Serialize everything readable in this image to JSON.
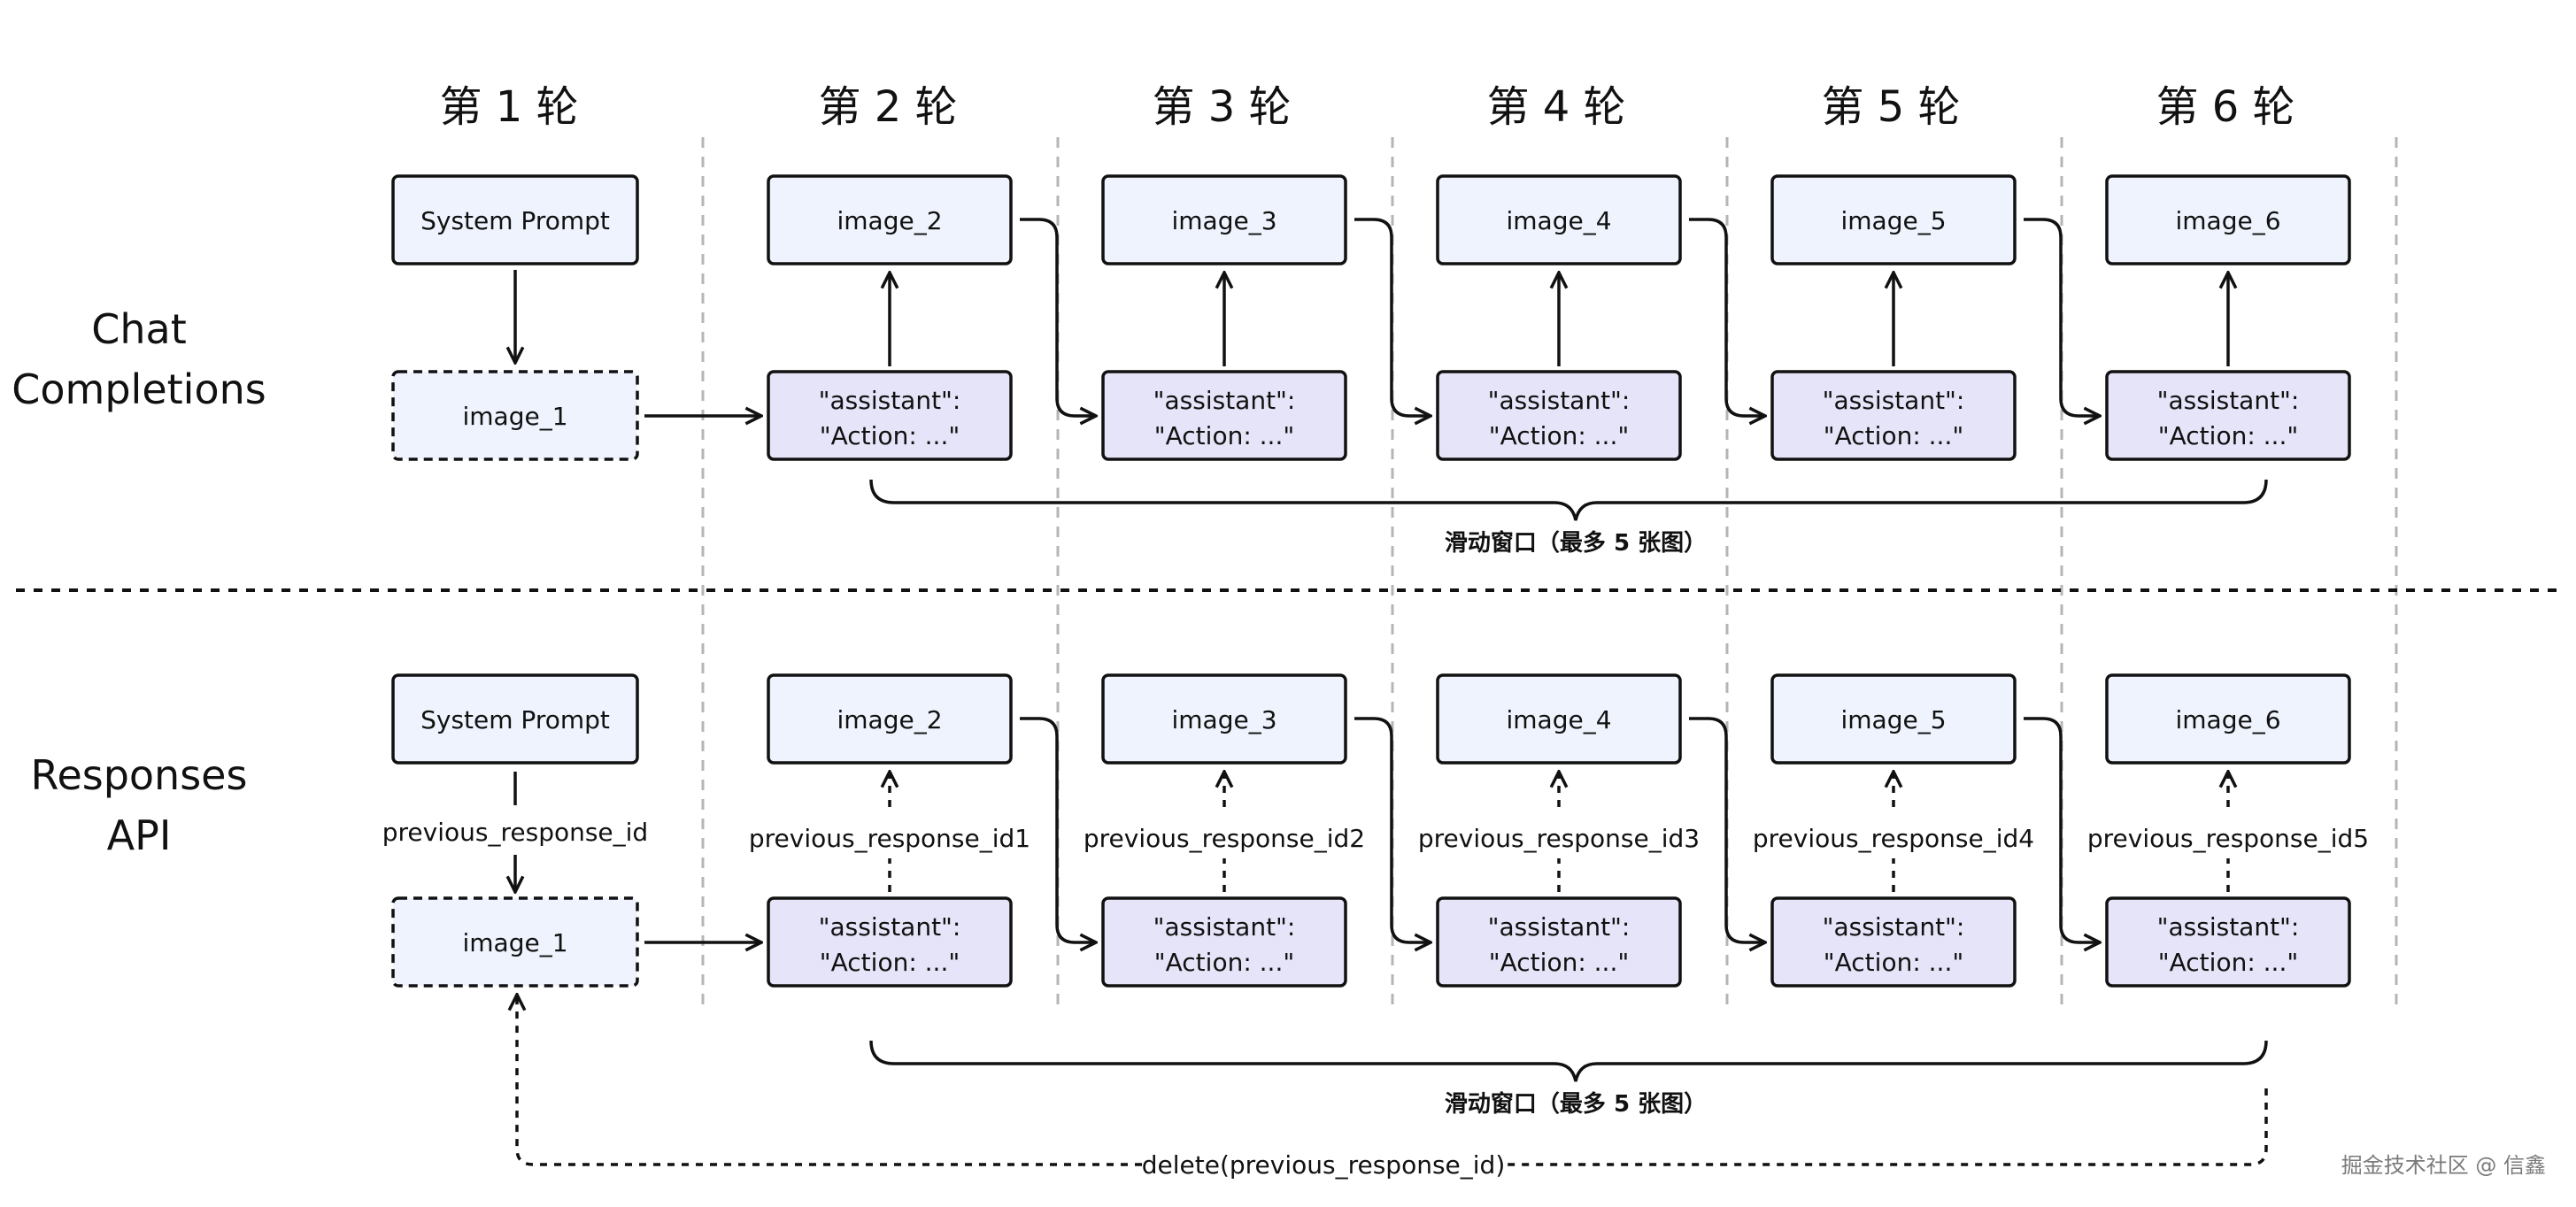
{
  "rounds": [
    "第 1 轮",
    "第 2 轮",
    "第 3 轮",
    "第 4 轮",
    "第 5 轮",
    "第 6 轮"
  ],
  "rows": [
    {
      "label_lines": [
        "Chat",
        "Completions"
      ],
      "system_prompt": "System Prompt",
      "first_image": "image_1",
      "images": [
        "image_2",
        "image_3",
        "image_4",
        "image_5",
        "image_6"
      ],
      "assistant_lines": [
        "\"assistant\":",
        "\"Action: ...\""
      ],
      "prompt_link_label": "",
      "link_labels": [],
      "window_label": "滑动窗口（最多 5 张图）"
    },
    {
      "label_lines": [
        "Responses",
        "API"
      ],
      "system_prompt": "System Prompt",
      "first_image": "image_1",
      "images": [
        "image_2",
        "image_3",
        "image_4",
        "image_5",
        "image_6"
      ],
      "assistant_lines": [
        "\"assistant\":",
        "\"Action: ...\""
      ],
      "prompt_link_label": "previous_response_id",
      "link_labels": [
        "previous_response_id1",
        "previous_response_id2",
        "previous_response_id3",
        "previous_response_id4",
        "previous_response_id5"
      ],
      "window_label": "滑动窗口（最多 5 张图）",
      "delete_label": "delete(previous_response_id)"
    }
  ],
  "watermark": "掘金技术社区 @ 信鑫"
}
